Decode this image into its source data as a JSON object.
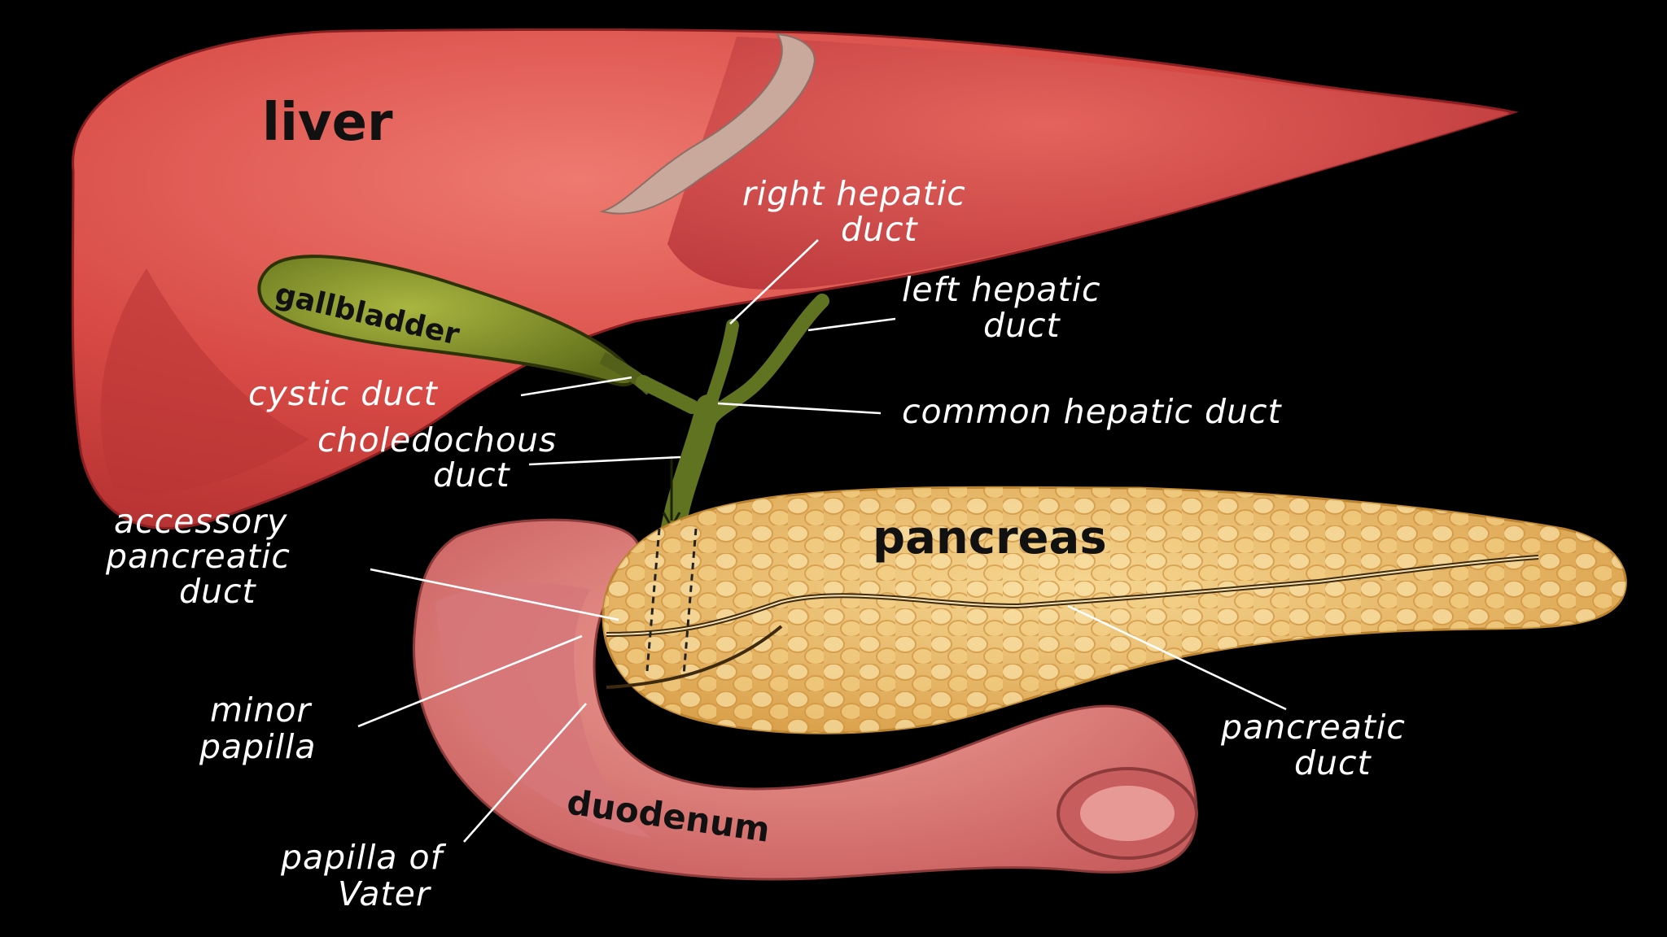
{
  "organs": {
    "liver": "liver",
    "gallbladder": "gallbladder",
    "pancreas": "pancreas",
    "duodenum": "duodenum"
  },
  "labels": {
    "right_hepatic_1": "right hepatic",
    "right_hepatic_2": "duct",
    "left_hepatic_1": "left hepatic",
    "left_hepatic_2": "duct",
    "cystic_duct": "cystic duct",
    "common_hepatic_duct": "common hepatic duct",
    "choledochous_1": "choledochous",
    "choledochous_2": "duct",
    "accessory_1": "accessory",
    "accessory_2": "pancreatic",
    "accessory_3": "duct",
    "minor_papilla_1": "minor",
    "minor_papilla_2": "papilla",
    "pancreatic_duct_1": "pancreatic",
    "pancreatic_duct_2": "duct",
    "papilla_vater_1": "papilla of",
    "papilla_vater_2": "Vater"
  },
  "colors": {
    "background": "#000000",
    "liver": "#d64646",
    "gallbladder": "#7f8f22",
    "pancreas": "#e8b765",
    "duodenum": "#e07c7a",
    "label": "#ffffff"
  }
}
